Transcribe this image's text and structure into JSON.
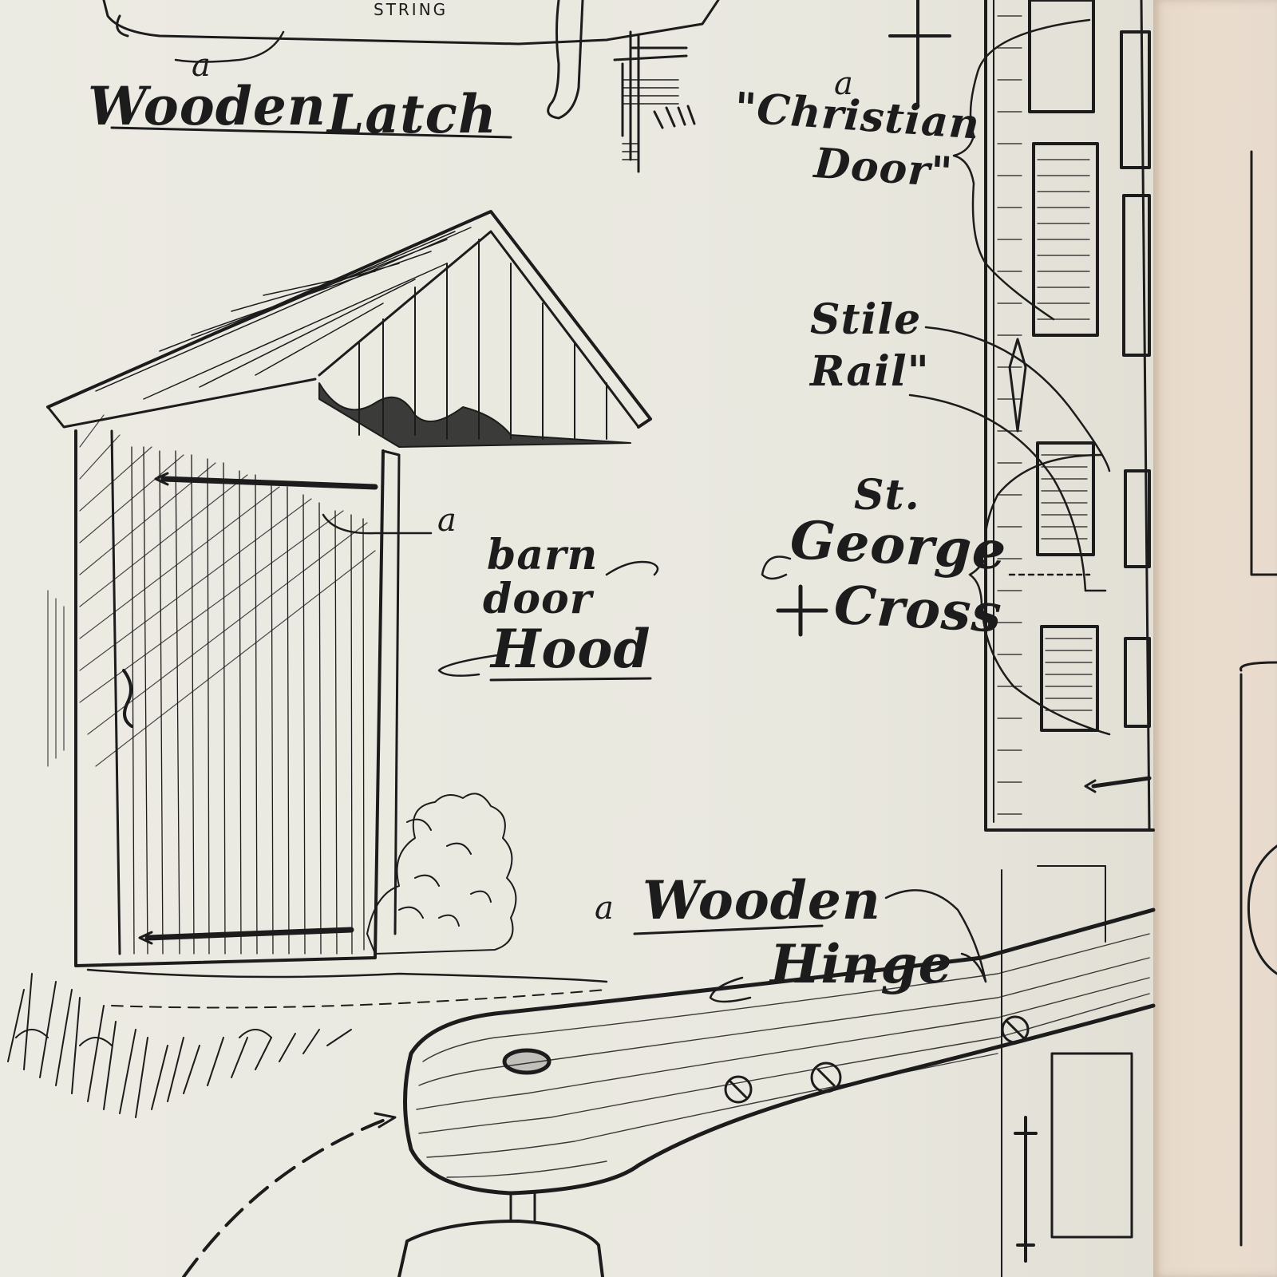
{
  "labels": {
    "string": "STRING",
    "latch_article": "a",
    "latch_title_1": "Wooden",
    "latch_title_2": "Latch",
    "christian_article": "a",
    "christian_line1": "\"Christian",
    "christian_line2": "Door\"",
    "stile": "Stile",
    "rail": "Rail\"",
    "hood_article": "a",
    "hood_line1": "barn",
    "hood_line2": "door",
    "hood_line3": "Hood",
    "st": "St.",
    "george": "George",
    "cross": "Cross",
    "hinge_article": "a",
    "hinge_line1": "Wooden",
    "hinge_line2": "Hinge"
  },
  "colors": {
    "paper": "#ecebe3",
    "ink": "#1c1c1c",
    "gutter": "#e6d8c9"
  }
}
